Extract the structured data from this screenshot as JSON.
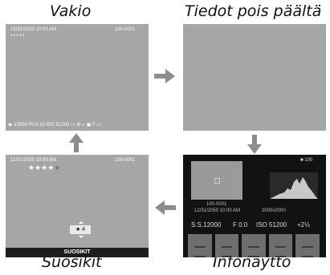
{
  "captions": {
    "standard": "Vakio",
    "info_off": "Tiedot pois päältä",
    "favorites": "Suosikit",
    "info_display": "Infonäyttö"
  },
  "standard_screen": {
    "timestamp": "12/31/2050 10:00 AM",
    "file_number": "100-0001",
    "rating_dots": "• • • • •",
    "bottom_bar": "▶ 12000  F0.0  ±2  ISO 51200  ▭ ⚙ ◐ ▣ F ▭"
  },
  "favorites_screen": {
    "timestamp": "12/31/2050 10:00 AM",
    "file_number": "100-0001",
    "stars": "★★★★",
    "empty_star": "★",
    "rating_label": "★ 4",
    "bar_label": "SUOSIKIT"
  },
  "info_screen": {
    "top_right": "■ 100",
    "file_number": "100-0001",
    "timestamp": "12/31/2050 10:00 AM",
    "image_size": "2000x2000",
    "shutter": "S.S.12000",
    "aperture": "F 0.0",
    "iso": "ISO 51200",
    "exposure_comp": "+2⅓"
  },
  "colors": {
    "screen_grey": "#a6a6a6",
    "screen_dark": "#121212",
    "arrow_grey": "#8d8d8d",
    "favorites_bar": "#1e1e1e"
  },
  "icons": [
    "arrow-right-icon",
    "arrow-down-icon",
    "arrow-left-icon",
    "arrow-up-icon",
    "histogram-icon"
  ]
}
